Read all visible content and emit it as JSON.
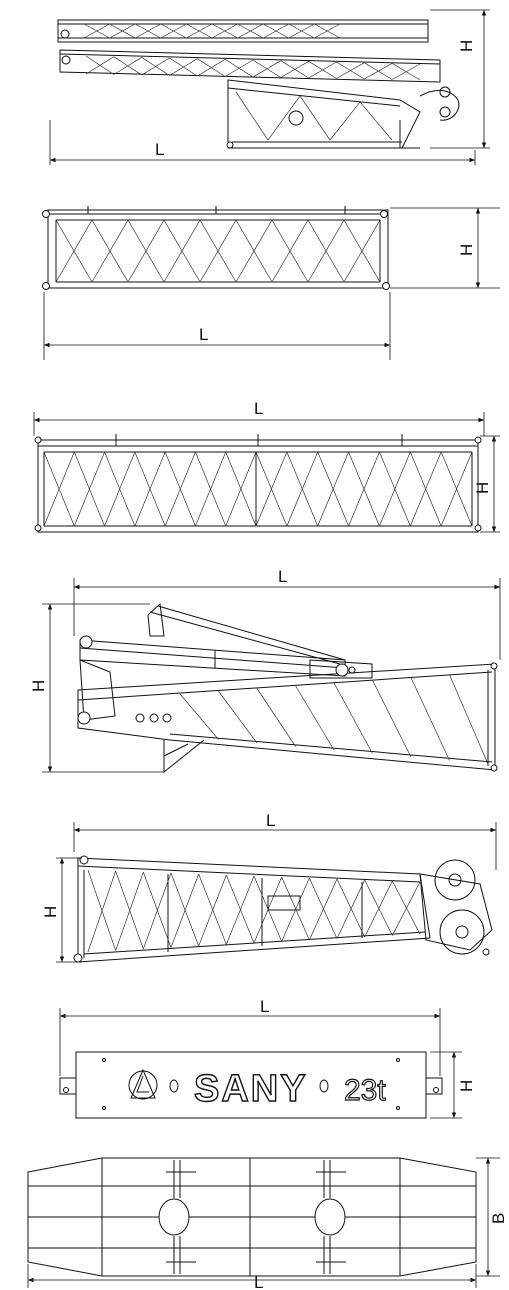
{
  "drawings": [
    {
      "id": "jib-assembly",
      "labels": [
        "L",
        "H"
      ]
    },
    {
      "id": "lattice-section-short",
      "labels": [
        "H",
        "L"
      ]
    },
    {
      "id": "lattice-section-long",
      "labels": [
        "L",
        "H"
      ]
    },
    {
      "id": "jib-base-section",
      "labels": [
        "L",
        "H"
      ]
    },
    {
      "id": "jib-head-section",
      "labels": [
        "L",
        "H"
      ]
    },
    {
      "id": "counterweight-front",
      "labels": [
        "L",
        "H"
      ],
      "brand": "SANY",
      "rating": "23t"
    },
    {
      "id": "counterweight-plan",
      "labels": [
        "B",
        "L"
      ]
    }
  ]
}
